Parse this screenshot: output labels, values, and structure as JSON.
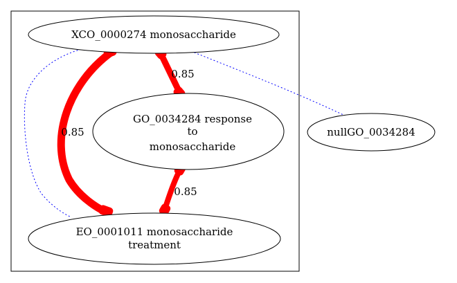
{
  "diagram": {
    "nodes": {
      "xco": {
        "lines": [
          "XCO_0000274 monosaccharide"
        ]
      },
      "go": {
        "lines": [
          "GO_0034284 response",
          "to",
          "monosaccharide"
        ]
      },
      "eo": {
        "lines": [
          "EO_0001011 monosaccharide",
          "treatment"
        ]
      },
      "nullgo": {
        "lines": [
          "nullGO_0034284"
        ]
      }
    },
    "edges": {
      "xco_eo": {
        "label": "0.85",
        "color": "#ff0000",
        "style": "solid"
      },
      "xco_go": {
        "label": "0.85",
        "color": "#ff0000",
        "style": "solid"
      },
      "go_eo": {
        "label": "0.85",
        "color": "#ff0000",
        "style": "solid"
      },
      "xco_eo_dotted": {
        "color": "#0000ff",
        "style": "dotted"
      },
      "xco_nullgo_dotted": {
        "color": "#0000ff",
        "style": "dotted"
      }
    }
  }
}
